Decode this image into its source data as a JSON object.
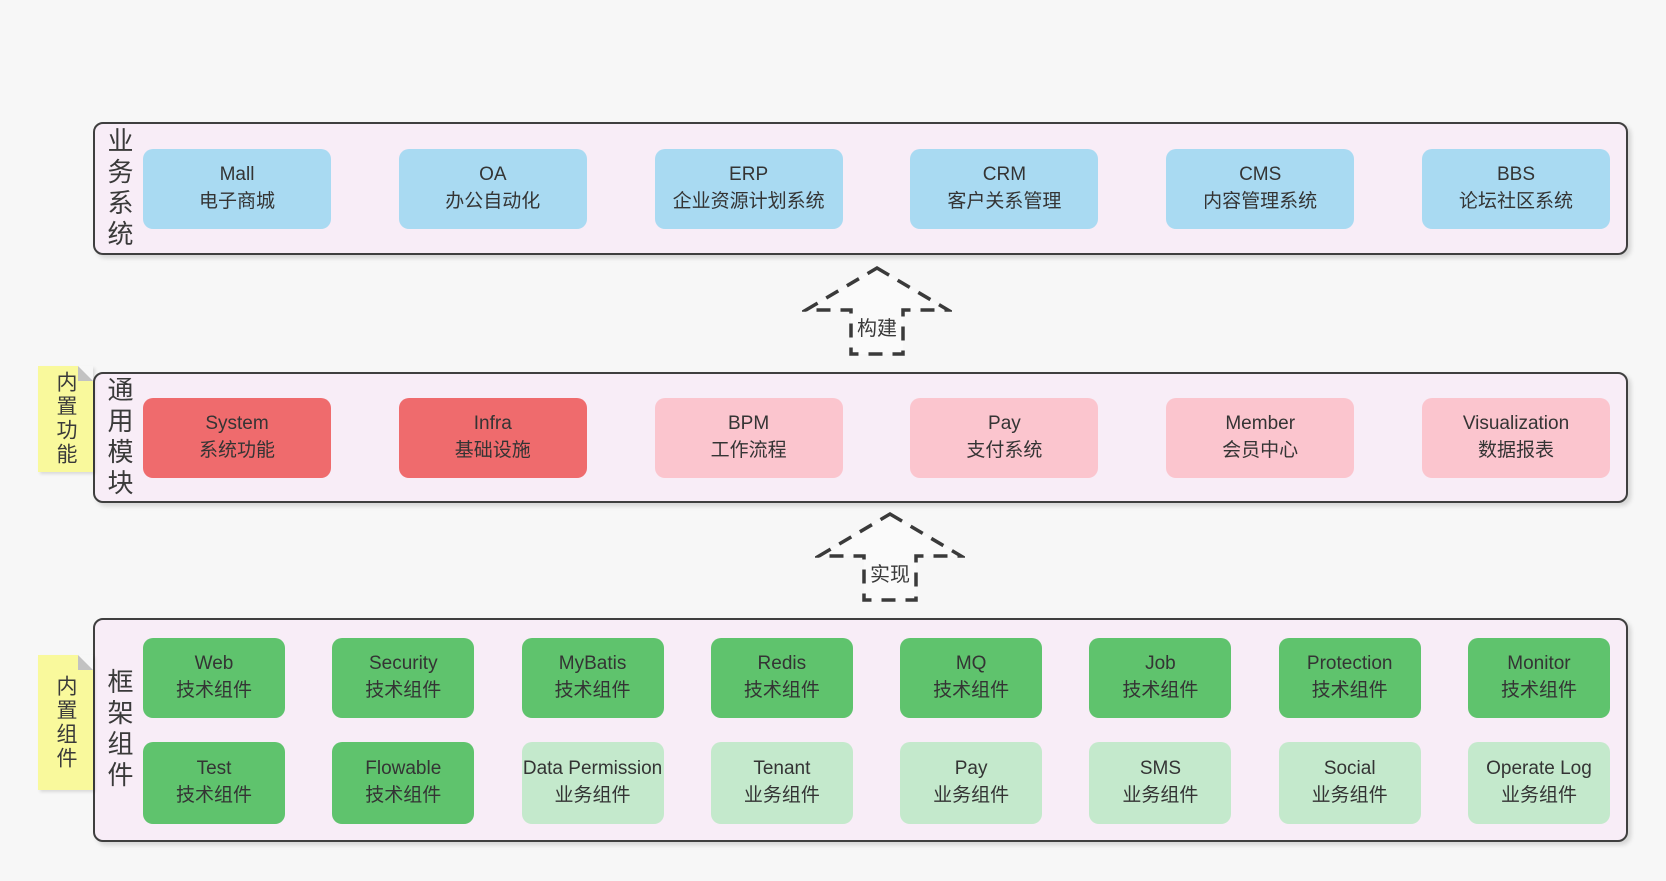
{
  "colors": {
    "background": "#f7f7f7",
    "band_fill": "#f8edf7",
    "band_border": "#3f3f3f",
    "blue": "#a9daf2",
    "red": "#ef6b6d",
    "pink": "#fbc5ce",
    "green_dark": "#5fc36d",
    "green_light": "#c4e9cc",
    "sticky_yellow": "#f9f99c",
    "text": "#3a3a3a"
  },
  "arrows": {
    "build": "构建",
    "implement": "实现"
  },
  "layers": {
    "business": {
      "label": "业务系统",
      "boxes": [
        {
          "name": "Mall",
          "desc": "电子商城"
        },
        {
          "name": "OA",
          "desc": "办公自动化"
        },
        {
          "name": "ERP",
          "desc": "企业资源计划系统"
        },
        {
          "name": "CRM",
          "desc": "客户关系管理"
        },
        {
          "name": "CMS",
          "desc": "内容管理系统"
        },
        {
          "name": "BBS",
          "desc": "论坛社区系统"
        }
      ]
    },
    "modules": {
      "label": "通用模块",
      "sticky": "内置功能",
      "boxes": [
        {
          "name": "System",
          "desc": "系统功能",
          "variant": "red"
        },
        {
          "name": "Infra",
          "desc": "基础设施",
          "variant": "red"
        },
        {
          "name": "BPM",
          "desc": "工作流程",
          "variant": "pink"
        },
        {
          "name": "Pay",
          "desc": "支付系统",
          "variant": "pink"
        },
        {
          "name": "Member",
          "desc": "会员中心",
          "variant": "pink"
        },
        {
          "name": "Visualization",
          "desc": "数据报表",
          "variant": "pink"
        }
      ]
    },
    "components": {
      "label": "框架组件",
      "sticky": "内置组件",
      "row1": [
        {
          "name": "Web",
          "desc": "技术组件",
          "variant": "dark"
        },
        {
          "name": "Security",
          "desc": "技术组件",
          "variant": "dark"
        },
        {
          "name": "MyBatis",
          "desc": "技术组件",
          "variant": "dark"
        },
        {
          "name": "Redis",
          "desc": "技术组件",
          "variant": "dark"
        },
        {
          "name": "MQ",
          "desc": "技术组件",
          "variant": "dark"
        },
        {
          "name": "Job",
          "desc": "技术组件",
          "variant": "dark"
        },
        {
          "name": "Protection",
          "desc": "技术组件",
          "variant": "dark"
        },
        {
          "name": "Monitor",
          "desc": "技术组件",
          "variant": "dark"
        }
      ],
      "row2": [
        {
          "name": "Test",
          "desc": "技术组件",
          "variant": "dark"
        },
        {
          "name": "Flowable",
          "desc": "技术组件",
          "variant": "dark"
        },
        {
          "name": "Data Permission",
          "desc": "业务组件",
          "variant": "light"
        },
        {
          "name": "Tenant",
          "desc": "业务组件",
          "variant": "light"
        },
        {
          "name": "Pay",
          "desc": "业务组件",
          "variant": "light"
        },
        {
          "name": "SMS",
          "desc": "业务组件",
          "variant": "light"
        },
        {
          "name": "Social",
          "desc": "业务组件",
          "variant": "light"
        },
        {
          "name": "Operate Log",
          "desc": "业务组件",
          "variant": "light"
        }
      ]
    }
  }
}
